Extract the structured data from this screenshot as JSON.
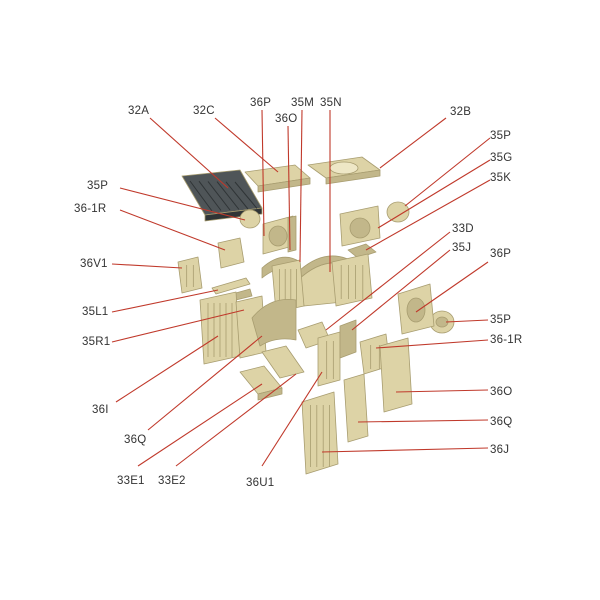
{
  "colors": {
    "part_fill": "#ddd3a6",
    "part_side": "#c2b78a",
    "part_edge": "#a89d70",
    "grate_fill": "#4f5558",
    "grate_dark": "#2f3436",
    "leader": "#c0392b",
    "text": "#333333",
    "background": "#ffffff"
  },
  "callouts": [
    {
      "id": "32A",
      "label": "32A"
    },
    {
      "id": "32C",
      "label": "32C"
    },
    {
      "id": "36P_top",
      "label": "36P"
    },
    {
      "id": "35M",
      "label": "35M"
    },
    {
      "id": "35N",
      "label": "35N"
    },
    {
      "id": "36O_top",
      "label": "36O"
    },
    {
      "id": "32B",
      "label": "32B"
    },
    {
      "id": "35P_right",
      "label": "35P"
    },
    {
      "id": "35G",
      "label": "35G"
    },
    {
      "id": "35K",
      "label": "35K"
    },
    {
      "id": "35P_left",
      "label": "35P"
    },
    {
      "id": "36-1R_left",
      "label": "36-1R"
    },
    {
      "id": "33D",
      "label": "33D"
    },
    {
      "id": "35J",
      "label": "35J"
    },
    {
      "id": "36P_right",
      "label": "36P"
    },
    {
      "id": "36V1",
      "label": "36V1"
    },
    {
      "id": "35P_lower",
      "label": "35P"
    },
    {
      "id": "35L1",
      "label": "35L1"
    },
    {
      "id": "36-1R_right",
      "label": "36-1R"
    },
    {
      "id": "35R1",
      "label": "35R1"
    },
    {
      "id": "36O_right",
      "label": "36O"
    },
    {
      "id": "36I",
      "label": "36I"
    },
    {
      "id": "36Q_right",
      "label": "36Q"
    },
    {
      "id": "36Q_left",
      "label": "36Q"
    },
    {
      "id": "36J",
      "label": "36J"
    },
    {
      "id": "33E1",
      "label": "33E1"
    },
    {
      "id": "33E2",
      "label": "33E2"
    },
    {
      "id": "36U1",
      "label": "36U1"
    }
  ]
}
